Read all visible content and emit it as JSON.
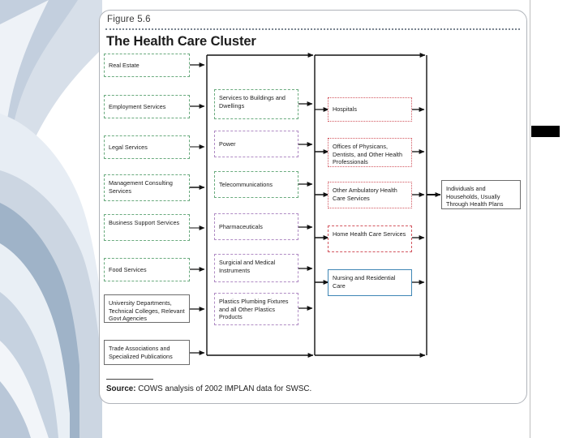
{
  "slide": {
    "figure_label": "Figure 5.6",
    "title": "The Health Care Cluster",
    "source_prefix": "Source:",
    "source_text": " COWS analysis of 2002 IMPLAN data for SWSC."
  },
  "colors": {
    "green_dash": "#6aab7e",
    "purple_dash": "#b08cc4",
    "red_dot": "#d2565f",
    "blue_solid": "#3f86b5",
    "gray_solid": "#6d6d6d",
    "arrow": "#111111",
    "background_wave": "#ccd6e2",
    "marker_black": "#000000"
  },
  "chart_data": {
    "type": "diagram",
    "title": "The Health Care Cluster",
    "columns": [
      {
        "name": "supporting-services",
        "nodes": [
          {
            "label": "Real Estate",
            "style": "dashed-green"
          },
          {
            "label": "Employment Services",
            "style": "dashed-green"
          },
          {
            "label": "Legal Services",
            "style": "dashed-green"
          },
          {
            "label": "Management Consulting Services",
            "style": "dashed-green"
          },
          {
            "label": "Business Support Services",
            "style": "dashed-green"
          },
          {
            "label": "Food Services",
            "style": "dashed-green"
          },
          {
            "label": "University Departments, Technical Colleges, Relevant Govt Agencies",
            "style": "solid-gray"
          },
          {
            "label": "Trade Associations and Specialized Publications",
            "style": "solid-gray"
          }
        ]
      },
      {
        "name": "inputs-and-suppliers",
        "nodes": [
          {
            "label": "Services to Buildings and Dwellings",
            "style": "dashed-green"
          },
          {
            "label": "Power",
            "style": "dashed-purple"
          },
          {
            "label": "Telecommunications",
            "style": "dashed-green"
          },
          {
            "label": "Pharmaceuticals",
            "style": "dashed-purple"
          },
          {
            "label": "Surgicial and Medical Instruments",
            "style": "dashed-purple"
          },
          {
            "label": "Plastics Plumbing Fixtures and all Other Plastics Products",
            "style": "dashed-purple"
          }
        ]
      },
      {
        "name": "health-care-providers",
        "nodes": [
          {
            "label": "Hospitals",
            "style": "dotted-red"
          },
          {
            "label": "Offices of Physicans, Dentists, and Other Health Professionals",
            "style": "dotted-red"
          },
          {
            "label": "Other Ambulatory Health Care Services",
            "style": "dotted-red"
          },
          {
            "label": "Home Health Care Services",
            "style": "dashed-red"
          },
          {
            "label": "Nursing and Residential Care",
            "style": "solid-blue"
          }
        ]
      },
      {
        "name": "end-users",
        "nodes": [
          {
            "label": "Individuals and Households, Usually Through Health Plans",
            "style": "solid-gray"
          }
        ]
      }
    ]
  }
}
